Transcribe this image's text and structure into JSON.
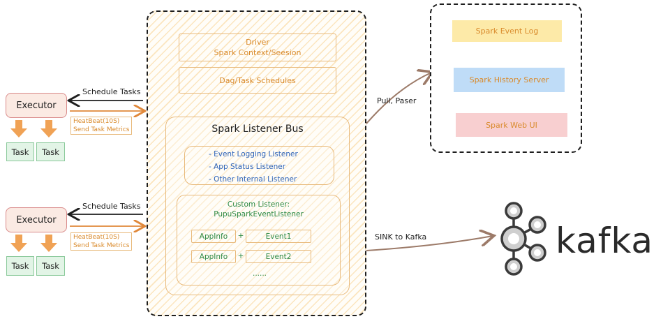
{
  "driver": {
    "title_line1": "Driver",
    "title_line2": "Spark Context/Seesion",
    "dag_label": "Dag/Task Schedules",
    "listener_bus": "Spark Listener Bus",
    "internal_listeners": [
      "- Event Logging Listener",
      "- App Status Listener",
      "- Other Internal Listener"
    ],
    "custom_listener_line1": "Custom Listener:",
    "custom_listener_line2": "PupuSparkEventListener",
    "row1": {
      "left": "AppInfo",
      "plus": "+",
      "right": "Event1"
    },
    "row2": {
      "left": "AppInfo",
      "plus": "+",
      "right": "Event2"
    },
    "ellipsis": "......"
  },
  "executors": [
    {
      "label": "Executor",
      "schedule": "Schedule Tasks",
      "heartbeat": "HeatBeat(10S)",
      "metrics": "Send Task Metrics",
      "tasks": [
        "Task",
        "Task"
      ]
    },
    {
      "label": "Executor",
      "schedule": "Schedule Tasks",
      "heartbeat": "HeatBeat(10S)",
      "metrics": "Send Task Metrics",
      "tasks": [
        "Task",
        "Task"
      ]
    }
  ],
  "history": {
    "event_log": "Spark Event Log",
    "history_server": "Spark History Server",
    "web_ui": "Spark Web UI"
  },
  "edges": {
    "pull_paser": "Pull, Paser",
    "sink_kafka": "SINK to Kafka"
  },
  "kafka": {
    "wordmark": "kafka"
  },
  "colors": {
    "orange": "#d98a2b",
    "event_log_bg": "#fdeaa8",
    "history_server_bg": "#bfdcf7",
    "web_ui_bg": "#f8cfd0",
    "arrow_brown": "#9c7a68"
  }
}
